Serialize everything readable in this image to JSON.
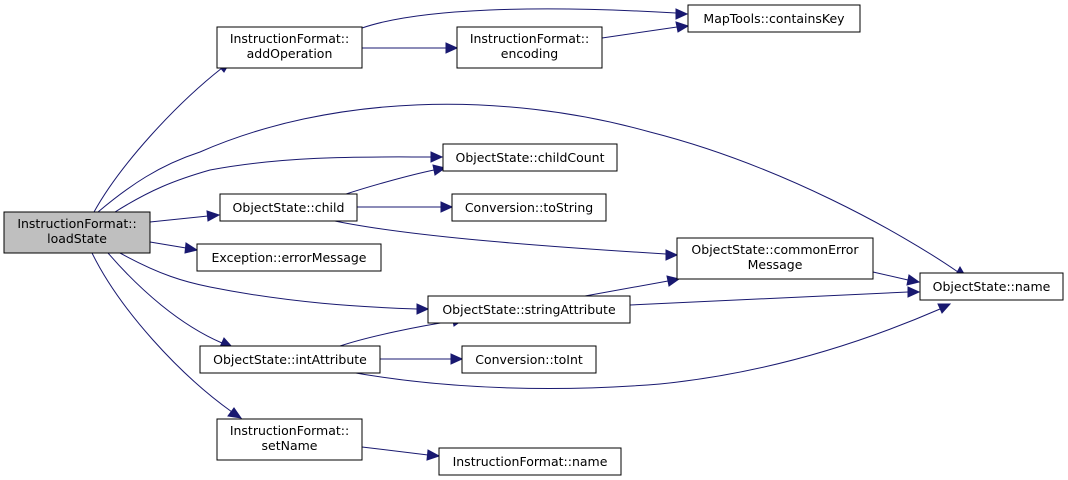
{
  "graph": {
    "edge_color": "#191970",
    "root_fill": "#bfbfbf",
    "nodes": {
      "root": {
        "line1": "InstructionFormat::",
        "line2": "loadState"
      },
      "addOperation": {
        "line1": "InstructionFormat::",
        "line2": "addOperation"
      },
      "encoding": {
        "line1": "InstructionFormat::",
        "line2": "encoding"
      },
      "containsKey": {
        "line1": "MapTools::containsKey"
      },
      "childCount": {
        "line1": "ObjectState::childCount"
      },
      "child": {
        "line1": "ObjectState::child"
      },
      "toString": {
        "line1": "Conversion::toString"
      },
      "errorMessage": {
        "line1": "Exception::errorMessage"
      },
      "commonErrorMessage": {
        "line1": "ObjectState::commonError",
        "line2": "Message"
      },
      "name": {
        "line1": "ObjectState::name"
      },
      "stringAttribute": {
        "line1": "ObjectState::stringAttribute"
      },
      "intAttribute": {
        "line1": "ObjectState::intAttribute"
      },
      "toInt": {
        "line1": "Conversion::toInt"
      },
      "setName": {
        "line1": "InstructionFormat::",
        "line2": "setName"
      },
      "ifName": {
        "line1": "InstructionFormat::name"
      }
    }
  }
}
